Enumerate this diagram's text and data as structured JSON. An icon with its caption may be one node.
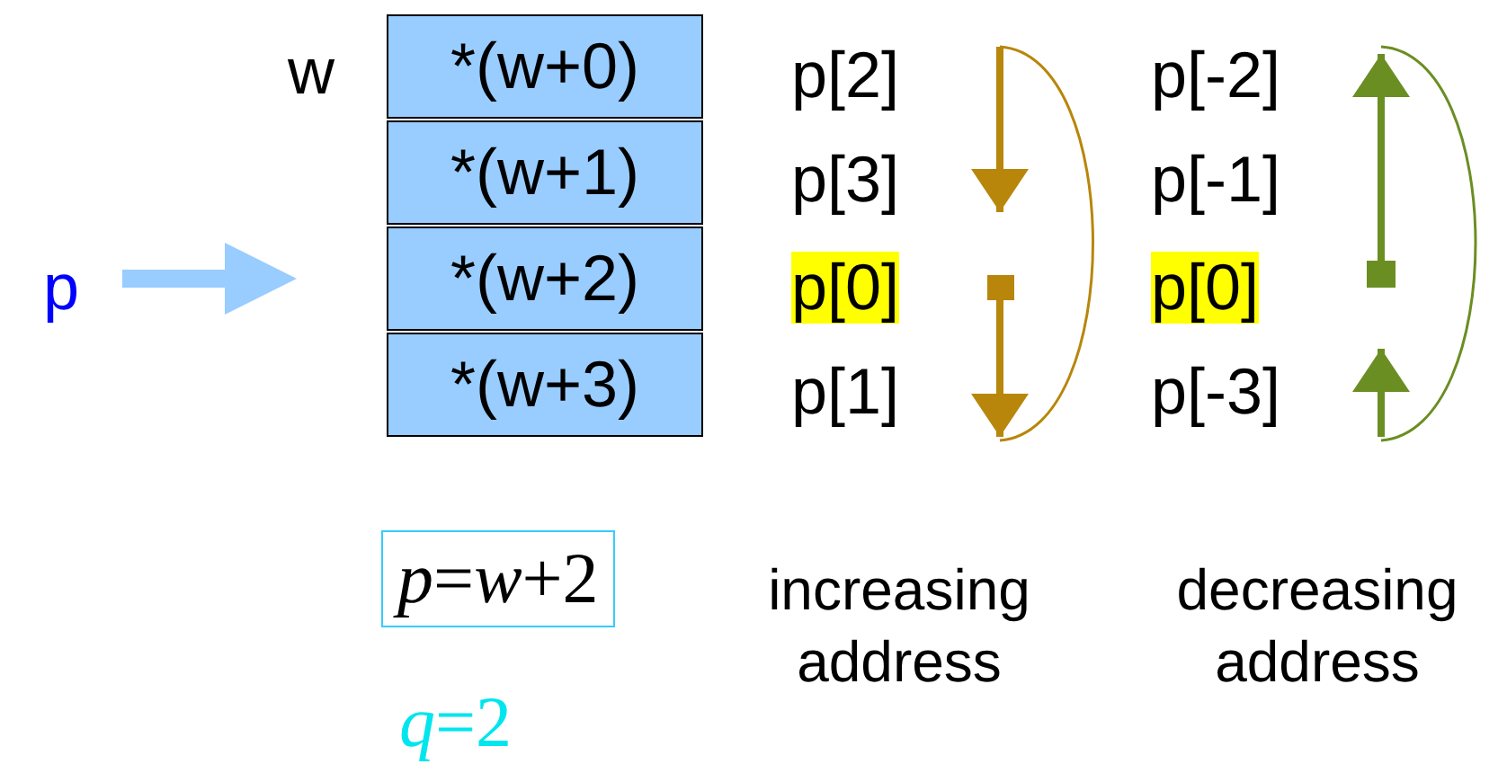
{
  "diagram": {
    "nodes": [
      {
        "text": [
          "p"
        ]
      },
      {
        "text": [
          "*(w+0)"
        ],
        "beside": [
          "w"
        ]
      },
      {
        "text": [
          "*(w+1)"
        ]
      },
      {
        "text": [
          "*(w+2)"
        ]
      },
      {
        "text": [
          "*(w+3)"
        ]
      },
      {
        "text": [
          "*p*=*w*+2"
        ]
      }
    ],
    "edges": [
      {
        "from": 0,
        "to": 3,
        "arrow": "to",
        "color": "#99ccff"
      }
    ],
    "labels": [
      "p[2]",
      "p[-2]",
      "p[3]",
      "p[-1]",
      "p[0]",
      "p[0]",
      "p[1]",
      "p[-3]",
      "increasing address",
      "decreasing address",
      "*q*=2"
    ]
  }
}
